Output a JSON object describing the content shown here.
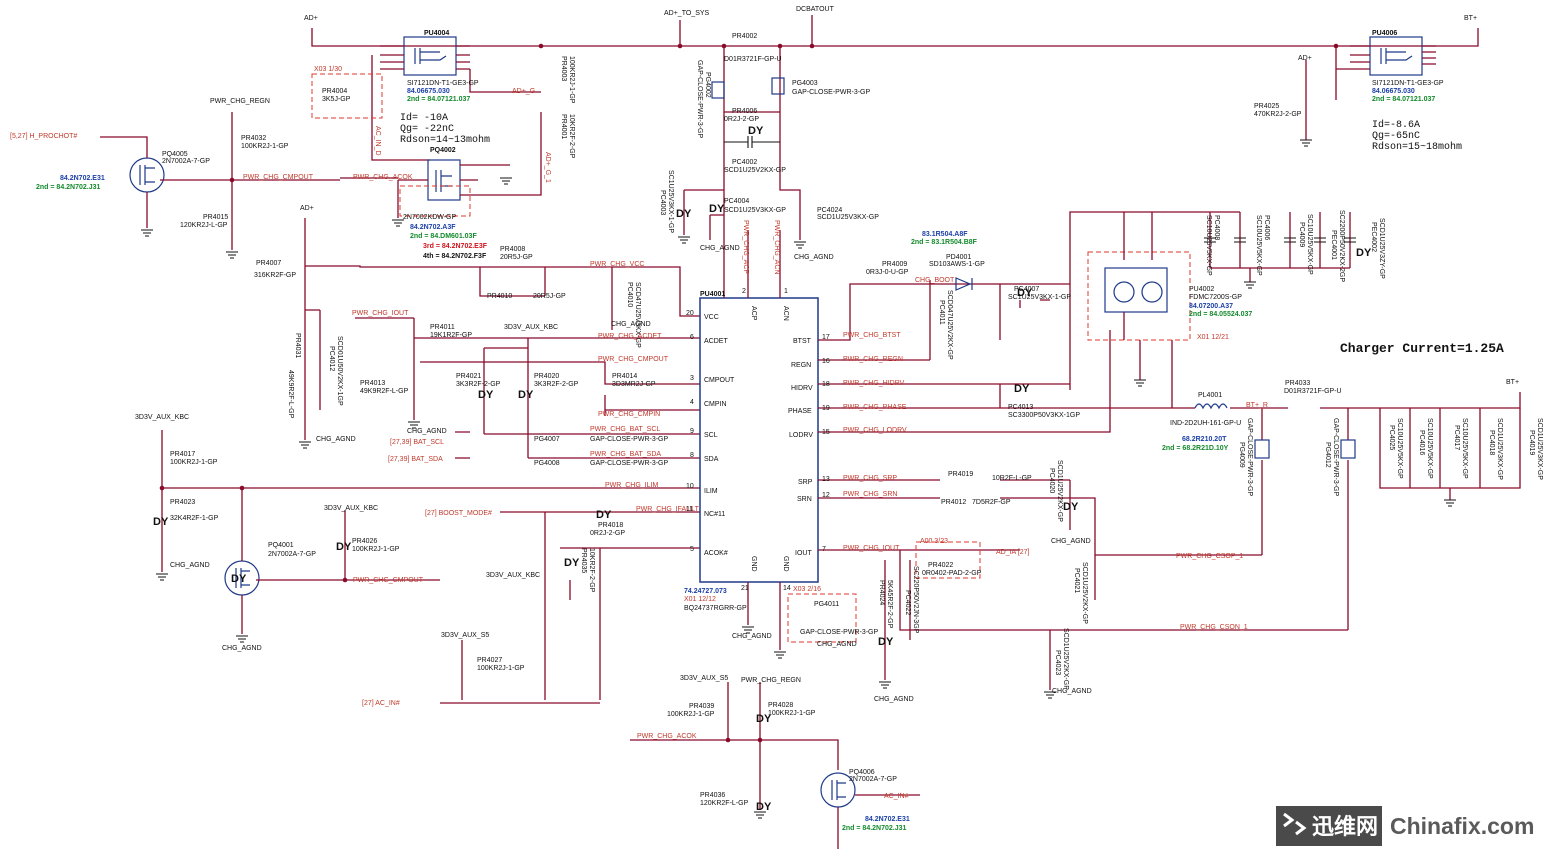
{
  "nets": {
    "ad_plus": "AD+",
    "ad_plus_to_sys": "AD+_TO_SYS",
    "dcbatout": "DCBATOUT",
    "bt_plus": "BT+",
    "pwr_chg_regn": "PWR_CHG_REGN",
    "h_prochot": "[5,27]  H_PROCHOT#",
    "pwr_chg_cmpout": "PWR_CHG_CMPOUT",
    "pwr_chg_acok": "PWR_CHG_ACOK",
    "ad_plus_g": "AD+_G",
    "ac_in_d": "AC_IN_D",
    "ad_plus_g1": "AD+_G_1",
    "pwr_chg_vcc": "PWR_CHG_VCC",
    "pwr_chg_iout": "PWR_CHG_IOUT",
    "pwr_chg_acdet": "PWR_CHG_ACDET",
    "pwr_chg_cmpin": "PWR_CHG_CMPIN",
    "pwr_chg_bat_scl": "PWR_CHG_BAT_SCL",
    "pwr_chg_bat_sda": "PWR_CHG_BAT_SDA",
    "bat_scl": "[27,39]  BAT_SCL",
    "bat_sda": "[27,39]  BAT_SDA",
    "pwr_chg_ilim": "PWR_CHG_ILIM",
    "boost_mode": "[27]  BOOST_MODE#",
    "pwr_chg_ifault": "PWR_CHG_IFAULT",
    "ac_in": "[27]  AC_IN#",
    "chg_agnd": "CHG_AGND",
    "v3d3v_aux_kbc": "3D3V_AUX_KBC",
    "v3d3v_aux_s5": "3D3V_AUX_S5",
    "pwr_chg_acp": "PWR_CHG_ACP",
    "pwr_chg_acn": "PWR_CHG_ACN",
    "chg_boot": "CHG_BOOT",
    "pwr_chg_btst": "PWR_CHG_BTST",
    "pwr_chg_regn2": "PWR_CHG_REGN",
    "pwr_chg_hidrv": "PWR_CHG_HIDRV",
    "pwr_chg_phase": "PWR_CHG_PHASE",
    "pwr_chg_lodrv": "PWR_CHG_LODRV",
    "pwr_chg_srp": "PWR_CHG_SRP",
    "pwr_chg_srn": "PWR_CHG_SRN",
    "bt_plus_r": "BT+_R",
    "pwr_chg_csop1": "PWR_CHG_CSOP_1",
    "pwr_chg_cson1": "PWR_CHG_CSON_1",
    "ad_ia": "AD_IA  [27]",
    "ac_in2": "AC_IN#"
  },
  "ic": {
    "ref": "PU4001",
    "pn": "74.24727.073",
    "alt": "X01 12/12",
    "part": "BQ24737RGRR-GP",
    "pins_left": [
      {
        "name": "VCC",
        "num": "20"
      },
      {
        "name": "ACDET",
        "num": "6"
      },
      {
        "name": "CMPOUT",
        "num": "3"
      },
      {
        "name": "CMPIN",
        "num": "4"
      },
      {
        "name": "SCL",
        "num": "9"
      },
      {
        "name": "SDA",
        "num": "8"
      },
      {
        "name": "ILIM",
        "num": "10"
      },
      {
        "name": "NC#11",
        "num": "11"
      },
      {
        "name": "ACOK#",
        "num": "5"
      }
    ],
    "pins_right": [
      {
        "name": "BTST",
        "num": "17"
      },
      {
        "name": "REGN",
        "num": "16"
      },
      {
        "name": "HIDRV",
        "num": "18"
      },
      {
        "name": "PHASE",
        "num": "19"
      },
      {
        "name": "LODRV",
        "num": "15"
      },
      {
        "name": "SRP",
        "num": "13"
      },
      {
        "name": "SRN",
        "num": "12"
      },
      {
        "name": "IOUT",
        "num": "7"
      }
    ],
    "pins_top": [
      {
        "name": "ACP",
        "num": "2"
      },
      {
        "name": "ACN",
        "num": "1"
      }
    ],
    "pins_bottom": [
      {
        "name": "GND",
        "num": "21"
      },
      {
        "name": "GND",
        "num": "14"
      }
    ]
  },
  "parts": {
    "pu4004": {
      "ref": "PU4004",
      "part": "SI7121DN-T1-GE3-GP",
      "pn": "84.06675.030",
      "second": "2nd = 84.07121.037"
    },
    "pu4006": {
      "ref": "PU4006",
      "part": "SI7121DN-T1-GE3-GP",
      "pn": "84.06675.030",
      "second": "2nd = 84.07121.037"
    },
    "pu4002": {
      "ref": "PU4002",
      "part": "FDMC7200S-GP",
      "pn": "84.07200.A37",
      "second": "2nd = 84.05524.037",
      "rev": "X01 12/21"
    },
    "pq4002": {
      "ref": "PQ4002",
      "part": "2N7002KDW-GP",
      "pn": "84.2N702.A3F",
      "second": "2nd = 84.DM601.03F",
      "third": "3rd = 84.2N702.E3F",
      "fourth": "4th = 84.2N702.F3F"
    },
    "pq4005": {
      "ref": "PQ4005",
      "part": "2N7002A-7-GP",
      "pn": "84.2N702.E31",
      "second": "2nd = 84.2N702.J31"
    },
    "pq4001": {
      "ref": "PQ4001",
      "part": "2N7002A-7-GP"
    },
    "pq4006": {
      "ref": "PQ4006",
      "part": "2N7002A-7-GP",
      "pn": "84.2N702.E31",
      "second": "2nd = 84.2N702.J31"
    },
    "pd4001": {
      "ref": "PD4001",
      "part": "SD103AWS-1-GP",
      "pn": "83.1R504.A8F",
      "second": "2nd = 83.1R504.B8F"
    },
    "pl4001": {
      "ref": "PL4001",
      "part": "IND-2D2UH-161-GP-U",
      "pn": "68.2R210.20T",
      "second": "2nd = 68.2R21D.10Y"
    },
    "pr4002": {
      "ref": "PR4002",
      "val": "D01R3721F-GP-U"
    },
    "pr4033": {
      "ref": "PR4033",
      "val": "D01R3721F-GP-U"
    },
    "pr4004": {
      "ref": "PR4004",
      "val": "3K5J-GP",
      "rev": "X03 1/30"
    },
    "pr4003": {
      "ref": "PR4003",
      "val": "100KR2J-1-GP"
    },
    "pr4001": {
      "ref": "PR4001",
      "val": "10KR2F-2-GP"
    },
    "pr4032": {
      "ref": "PR4032",
      "val": "100KR2J-1-GP"
    },
    "pr4015": {
      "ref": "PR4015",
      "val": "120KR2J-L-GP"
    },
    "pr4025": {
      "ref": "PR4025",
      "val": "470KR2J-2-GP"
    },
    "pr4006": {
      "ref": "PR4006",
      "val": "0R2J-2-GP"
    },
    "pr4007": {
      "ref": "PR4007",
      "val": "316KR2F-GP"
    },
    "pr4008": {
      "ref": "PR4008",
      "val": "20R5J-GP"
    },
    "pr4010": {
      "ref": "PR4010",
      "val": "20R5J-GP"
    },
    "pr4011": {
      "ref": "PR4011",
      "val": "19K1R2F-GP"
    },
    "pr4013": {
      "ref": "PR4013",
      "val": "49K9R2F-L-GP"
    },
    "pr4031": {
      "ref": "PR4031",
      "val": "49K9R2F-L-GP"
    },
    "pr4021": {
      "ref": "PR4021",
      "val": "3K3R2F-2-GP"
    },
    "pr4020": {
      "ref": "PR4020",
      "val": "3K3R2F-2-GP"
    },
    "pr4014": {
      "ref": "PR4014",
      "val": "3D3MR2J-GP"
    },
    "pr4017": {
      "ref": "PR4017",
      "val": "100KR2J-1-GP"
    },
    "pr4023": {
      "ref": "PR4023",
      "val": "32K4R2F-1-GP"
    },
    "pr4026": {
      "ref": "PR4026",
      "val": "100KR2J-1-GP"
    },
    "pr4018": {
      "ref": "PR4018",
      "val": "0R2J-2-GP"
    },
    "pr4035": {
      "ref": "PR4035",
      "val": "10KR2F-2-GP"
    },
    "pr4027": {
      "ref": "PR4027",
      "val": "100KR2J-1-GP"
    },
    "pr4039": {
      "ref": "PR4039",
      "val": "100KR2J-1-GP"
    },
    "pr4028": {
      "ref": "PR4028",
      "val": "100KR2J-1-GP"
    },
    "pr4036": {
      "ref": "PR4036",
      "val": "120KR2F-L-GP"
    },
    "pr4009": {
      "ref": "PR4009",
      "val": "0R3J-0-U-GP"
    },
    "pr4019": {
      "ref": "PR4019",
      "val": "10R2F-L-GP"
    },
    "pr4012": {
      "ref": "PR4012",
      "val": "7D5R2F-GP"
    },
    "pr4024": {
      "ref": "PR4024",
      "val": "5K45R2F-2-GP"
    },
    "pr4022": {
      "ref": "PR4022",
      "val": "0R0402-PAD-2-GP",
      "rev": "A00 3/23"
    },
    "pc4002": {
      "ref": "PC4002",
      "val": "SCD1U25V2KX-GP"
    },
    "pc4003": {
      "ref": "PC4003",
      "val": "SC1U25V3KX-1-GP"
    },
    "pc4004": {
      "ref": "PC4004",
      "val": "SCD1U25V3KX-GP"
    },
    "pc4024": {
      "ref": "PC4024",
      "val": "SCD1U25V3KX-GP"
    },
    "pc4010": {
      "ref": "PC4010",
      "val": "SCD47U25V3KX-GP"
    },
    "pc4012": {
      "ref": "PC4012",
      "val": "SCD01U50V2KX-1GP"
    },
    "pc4011": {
      "ref": "PC4011",
      "val": "SCD047U25V2KX-GP"
    },
    "pc4007": {
      "ref": "PC4007",
      "val": "SC1U25V3KX-1-GP"
    },
    "pc4013": {
      "ref": "PC4013",
      "val": "SC3300P50V3KX-1GP"
    },
    "pc4020": {
      "ref": "PC4020",
      "val": "SCD1U25V2KX-GP"
    },
    "pc4021": {
      "ref": "PC4021",
      "val": "SCD1U25V2KX-GP"
    },
    "pc4023": {
      "ref": "PC4023",
      "val": "SCD1U25V2KX-GP"
    },
    "pc4022": {
      "ref": "PC4022",
      "val": "SC220P50V2JN-3GP"
    },
    "pc4008": {
      "ref": "PC4008",
      "val": "SC10U25V5KX-GP"
    },
    "pc4006": {
      "ref": "PC4006",
      "val": "SC10U25V5KX-GP"
    },
    "pc4009": {
      "ref": "PC4009",
      "val": "SC10U25V5KX-GP"
    },
    "pec4001": {
      "ref": "PEC4001",
      "val": "SC2200P50V2KX-2GP"
    },
    "pec4002": {
      "ref": "PEC4002",
      "val": "SCD1U25V3ZY-GP"
    },
    "pc4025": {
      "ref": "PC4025",
      "val": "SC10U25V5KX-GP"
    },
    "pc4016": {
      "ref": "PC4016",
      "val": "SC10U25V5KX-GP"
    },
    "pc4017": {
      "ref": "PC4017",
      "val": "SC10U25V5KX-GP"
    },
    "pc4018": {
      "ref": "PC4018",
      "val": "SCD1U25V3KX-GP"
    },
    "pc4019": {
      "ref": "PC4019",
      "val": "SCD1U25V3KX-GP"
    },
    "pg4002": {
      "ref": "PG4002",
      "val": "GAP-CLOSE-PWR-3-GP"
    },
    "pg4003": {
      "ref": "PG4003",
      "val": "GAP-CLOSE-PWR-3-GP"
    },
    "pg4007": {
      "ref": "PG4007",
      "val": "GAP-CLOSE-PWR-3-GP"
    },
    "pg4008": {
      "ref": "PG4008",
      "val": "GAP-CLOSE-PWR-3-GP"
    },
    "pg4011": {
      "ref": "PG4011",
      "val": "GAP-CLOSE-PWR-3-GP",
      "rev": "X03 2/16"
    },
    "pg4009": {
      "ref": "PG4009",
      "val": "GAP-CLOSE-PWR-3-GP"
    },
    "pg4012": {
      "ref": "PG4012",
      "val": "GAP-CLOSE-PWR-3-GP"
    }
  },
  "notes": {
    "left_spec": [
      "Id= -10A",
      "Qg= -22nC",
      "Rdson=14~13mohm"
    ],
    "right_spec": [
      "Id=-8.6A",
      "Qg=-65nC",
      "Rdson=15~18mohm"
    ],
    "charger_current": "Charger Current=1.25A",
    "dy": "DY"
  },
  "watermark": {
    "cn": "迅维网",
    "en": "Chinafix.com"
  }
}
